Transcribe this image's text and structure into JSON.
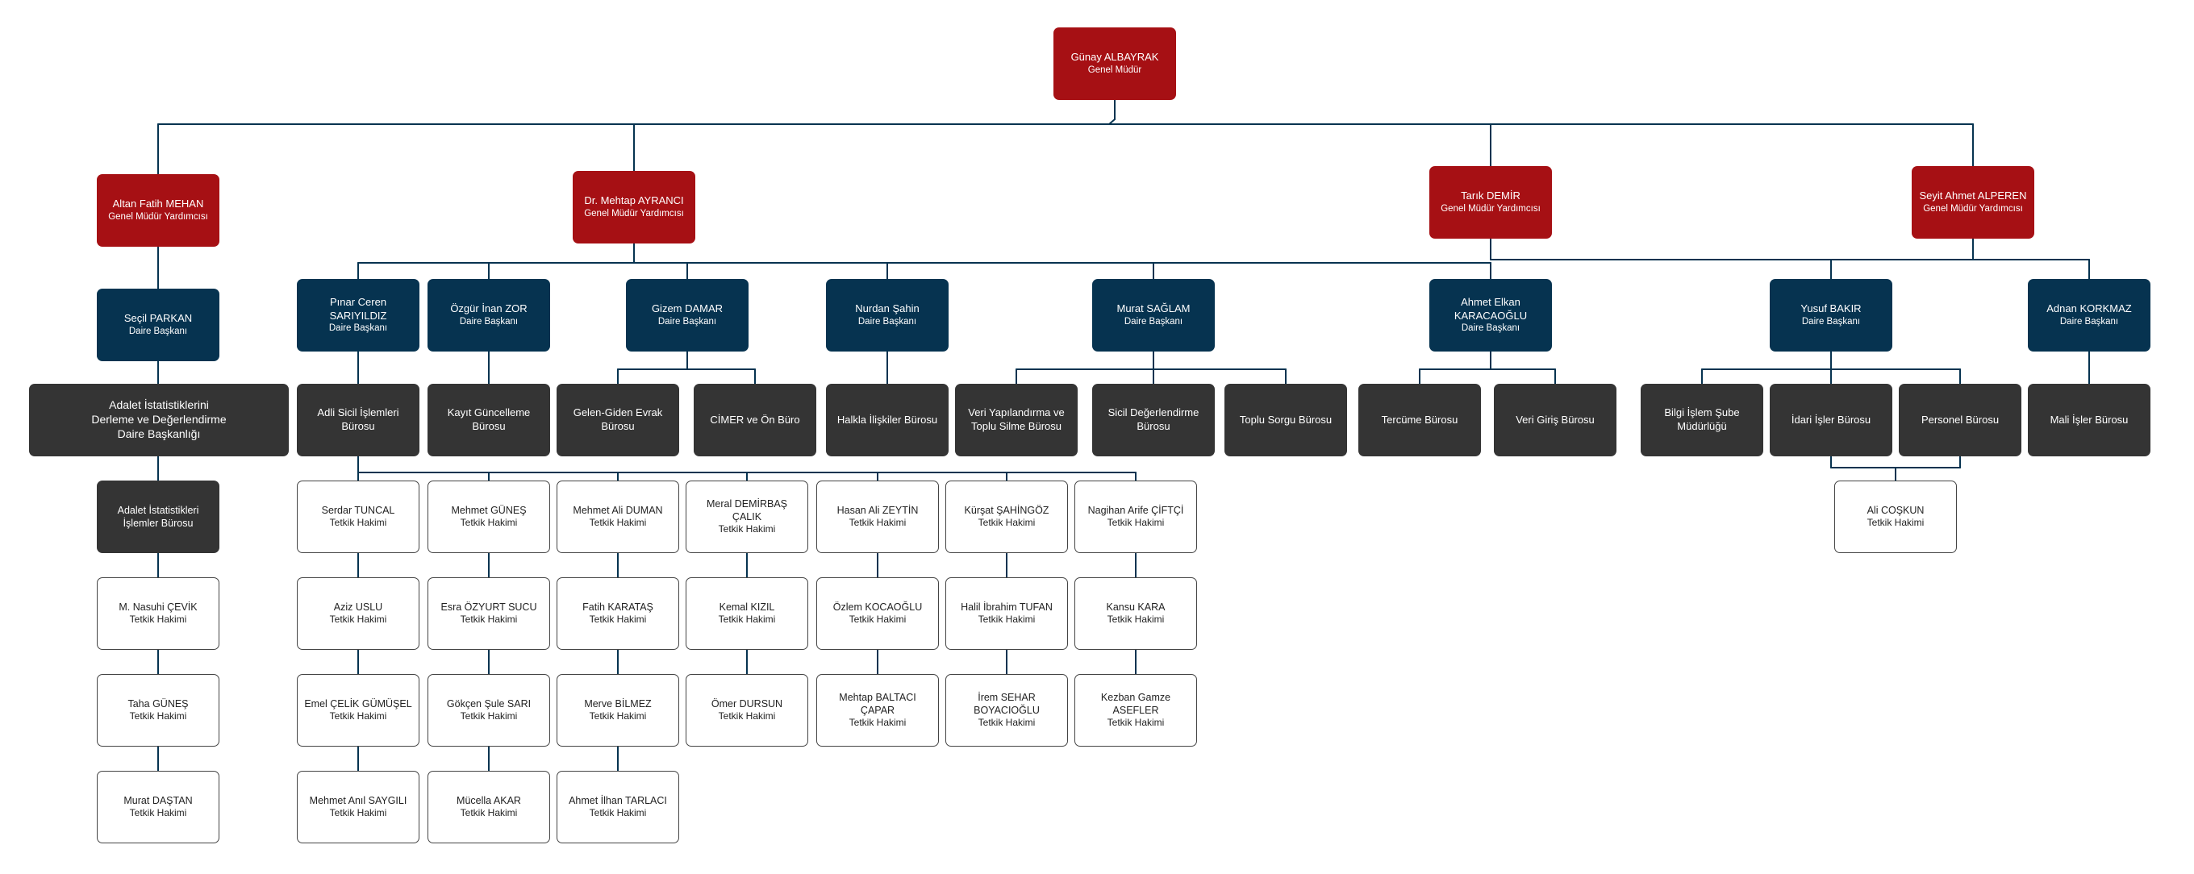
{
  "colors": {
    "red": "#a61014",
    "blue": "#063350",
    "dark": "#343434",
    "line": "#063350",
    "white_border": "#444444"
  },
  "nodes": {
    "gm": {
      "name": "Günay ALBAYRAK",
      "title": "Genel Müdür"
    },
    "gmy1": {
      "name": "Altan Fatih MEHAN",
      "title": "Genel Müdür Yardımcısı"
    },
    "gmy2": {
      "name": "Dr. Mehtap AYRANCI",
      "title": "Genel Müdür Yardımcısı"
    },
    "gmy3": {
      "name": "Tarık DEMİR",
      "title": "Genel Müdür Yardımcısı"
    },
    "gmy4": {
      "name": "Seyit Ahmet ALPEREN",
      "title": "Genel Müdür Yardımcısı"
    },
    "db_parkan": {
      "name": "Seçil PARKAN",
      "title": "Daire Başkanı"
    },
    "db_sariyildiz": {
      "name": "Pınar Ceren SARIYILDIZ",
      "title": "Daire Başkanı"
    },
    "db_zor": {
      "name": "Özgür İnan ZOR",
      "title": "Daire Başkanı"
    },
    "db_damar": {
      "name": "Gizem DAMAR",
      "title": "Daire Başkanı"
    },
    "db_sahin": {
      "name": "Nurdan Şahin",
      "title": "Daire Başkanı"
    },
    "db_saglam": {
      "name": "Murat SAĞLAM",
      "title": "Daire Başkanı"
    },
    "db_karacaoglu": {
      "name": "Ahmet Elkan KARACAOĞLU",
      "title": "Daire Başkanı"
    },
    "db_bakir": {
      "name": "Yusuf BAKIR",
      "title": "Daire Başkanı"
    },
    "db_korkmaz": {
      "name": "Adnan KORKMAZ",
      "title": "Daire Başkanı"
    },
    "u_adalet_daire": {
      "name": "Adalet İstatistiklerini Derleme ve Değerlendirme Daire Başkanlığı"
    },
    "u_adalet_islemler": {
      "name": "Adalet İstatistikleri İşlemler Bürosu"
    },
    "u_adli_sicil": {
      "name": "Adli Sicil İşlemleri Bürosu"
    },
    "u_kayit": {
      "name": "Kayıt Güncelleme Bürosu"
    },
    "u_gelen": {
      "name": "Gelen-Giden Evrak Bürosu"
    },
    "u_cimer": {
      "name": "CİMER ve Ön Büro"
    },
    "u_halkla": {
      "name": "Halkla İlişkiler Bürosu"
    },
    "u_veri_yap": {
      "name": "Veri Yapılandırma ve Toplu Silme Bürosu"
    },
    "u_sicil_deg": {
      "name": "Sicil Değerlendirme Bürosu"
    },
    "u_toplu": {
      "name": "Toplu Sorgu Bürosu"
    },
    "u_tercume": {
      "name": "Tercüme Bürosu"
    },
    "u_veri_giris": {
      "name": "Veri Giriş Bürosu"
    },
    "u_bilgi": {
      "name": "Bilgi İşlem Şube Müdürlüğü"
    },
    "u_idari": {
      "name": "İdari İşler Bürosu"
    },
    "u_personel": {
      "name": "Personel Bürosu"
    },
    "u_mali": {
      "name": "Mali İşler Bürosu"
    },
    "j_cevik": {
      "name": "M. Nasuhi ÇEVİK",
      "title": "Tetkik Hakimi"
    },
    "j_gunes_t": {
      "name": "Taha GÜNEŞ",
      "title": "Tetkik Hakimi"
    },
    "j_dastan": {
      "name": "Murat DAŞTAN",
      "title": "Tetkik Hakimi"
    },
    "j_tuncal": {
      "name": "Serdar TUNCAL",
      "title": "Tetkik Hakimi"
    },
    "j_uslu": {
      "name": "Aziz USLU",
      "title": "Tetkik Hakimi"
    },
    "j_gumusel": {
      "name": "Emel ÇELİK GÜMÜŞEL",
      "title": "Tetkik Hakimi"
    },
    "j_saygili": {
      "name": "Mehmet Anıl SAYGILI",
      "title": "Tetkik Hakimi"
    },
    "j_gunes_m": {
      "name": "Mehmet GÜNEŞ",
      "title": "Tetkik Hakimi"
    },
    "j_sucu": {
      "name": "Esra ÖZYURT SUCU",
      "title": "Tetkik Hakimi"
    },
    "j_sari": {
      "name": "Gökçen Şule SARI",
      "title": "Tetkik Hakimi"
    },
    "j_akar": {
      "name": "Mücella AKAR",
      "title": "Tetkik Hakimi"
    },
    "j_duman": {
      "name": "Mehmet Ali DUMAN",
      "title": "Tetkik Hakimi"
    },
    "j_karatas": {
      "name": "Fatih KARATAŞ",
      "title": "Tetkik Hakimi"
    },
    "j_bilmez": {
      "name": "Merve BİLMEZ",
      "title": "Tetkik Hakimi"
    },
    "j_tarlaci": {
      "name": "Ahmet İlhan TARLACI",
      "title": "Tetkik Hakimi"
    },
    "j_capar_m": {
      "name": "Meral DEMİRBAŞ ÇALIK",
      "title": "Tetkik Hakimi"
    },
    "j_kizil": {
      "name": "Kemal KIZIL",
      "title": "Tetkik Hakimi"
    },
    "j_dursun": {
      "name": "Ömer DURSUN",
      "title": "Tetkik Hakimi"
    },
    "j_zeytin": {
      "name": "Hasan Ali ZEYTİN",
      "title": "Tetkik Hakimi"
    },
    "j_kocaoglu": {
      "name": "Özlem KOCAOĞLU",
      "title": "Tetkik Hakimi"
    },
    "j_capar": {
      "name": "Mehtap BALTACI ÇAPAR",
      "title": "Tetkik Hakimi"
    },
    "j_sahingoz": {
      "name": "Kürşat ŞAHİNGÖZ",
      "title": "Tetkik Hakimi"
    },
    "j_tufan": {
      "name": "Halil İbrahim TUFAN",
      "title": "Tetkik Hakimi"
    },
    "j_boyacioglu": {
      "name": "İrem SEHAR BOYACIOĞLU",
      "title": "Tetkik Hakimi"
    },
    "j_ciftci": {
      "name": "Nagihan Arife ÇİFTÇİ",
      "title": "Tetkik Hakimi"
    },
    "j_kara": {
      "name": "Kansu KARA",
      "title": "Tetkik Hakimi"
    },
    "j_asefler": {
      "name": "Kezban Gamze ASEFLER",
      "title": "Tetkik Hakimi"
    },
    "j_coskun": {
      "name": "Ali COŞKUN",
      "title": "Tetkik Hakimi"
    }
  }
}
